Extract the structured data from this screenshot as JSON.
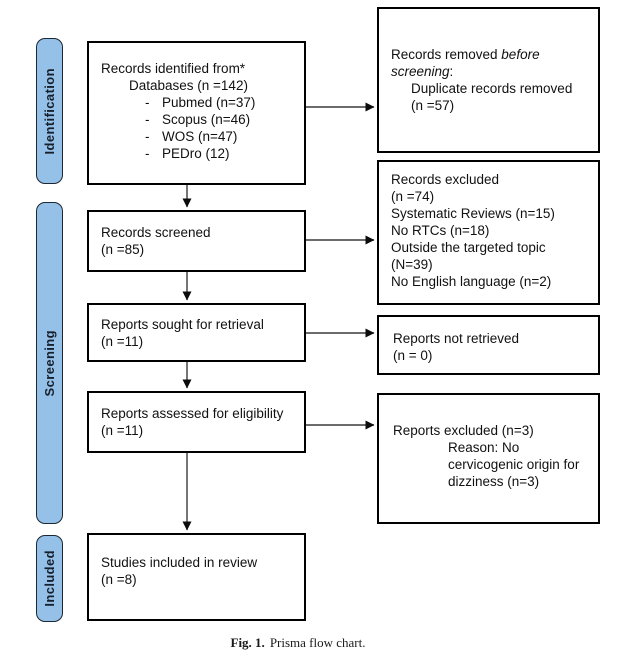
{
  "stages": {
    "identification": "Identification",
    "screening": "Screening",
    "included": "Included"
  },
  "boxes": {
    "identified": {
      "line1": "Records identified from*",
      "line2": "Databases (n =142)",
      "bullet": "-",
      "items": [
        "Pubmed (n=37)",
        "Scopus (n=46)",
        "WOS (n=47)",
        "PEDro (12)"
      ]
    },
    "removed": {
      "prefix": "Records removed ",
      "italic_word1": "before",
      "italic_word2": "screening",
      "colon": ":",
      "indent1": "Duplicate records removed",
      "indent2": "(n =57)"
    },
    "screened": {
      "line1": "Records screened",
      "line2": "(n =85)"
    },
    "excluded": {
      "lines": [
        "Records excluded",
        "(n =74)",
        "Systematic Reviews (n=15)",
        "No RTCs (n=18)",
        "Outside the targeted topic",
        "(N=39)",
        "No English language (n=2)"
      ]
    },
    "sought": {
      "line1": "Reports sought for retrieval",
      "line2": "(n =11)"
    },
    "not_retrieved": {
      "line1": "Reports not retrieved",
      "line2": "(n = 0)"
    },
    "assessed": {
      "line1": "Reports assessed for eligibility",
      "line2": "(n =11)"
    },
    "reports_excluded": {
      "line1": "Reports excluded (n=3)",
      "indent": [
        "Reason: No",
        "cervicogenic origin for",
        "dizziness (n=3)"
      ]
    },
    "included_review": {
      "line1": "Studies included in review",
      "line2": "(n =8)"
    }
  },
  "caption": {
    "label": "Fig. 1.",
    "text": "Prisma flow chart."
  },
  "colors": {
    "stage_fill": "#95c0e8",
    "stage_border": "#1c2733",
    "box_border": "#000000",
    "arrow": "#3a3a3a"
  }
}
